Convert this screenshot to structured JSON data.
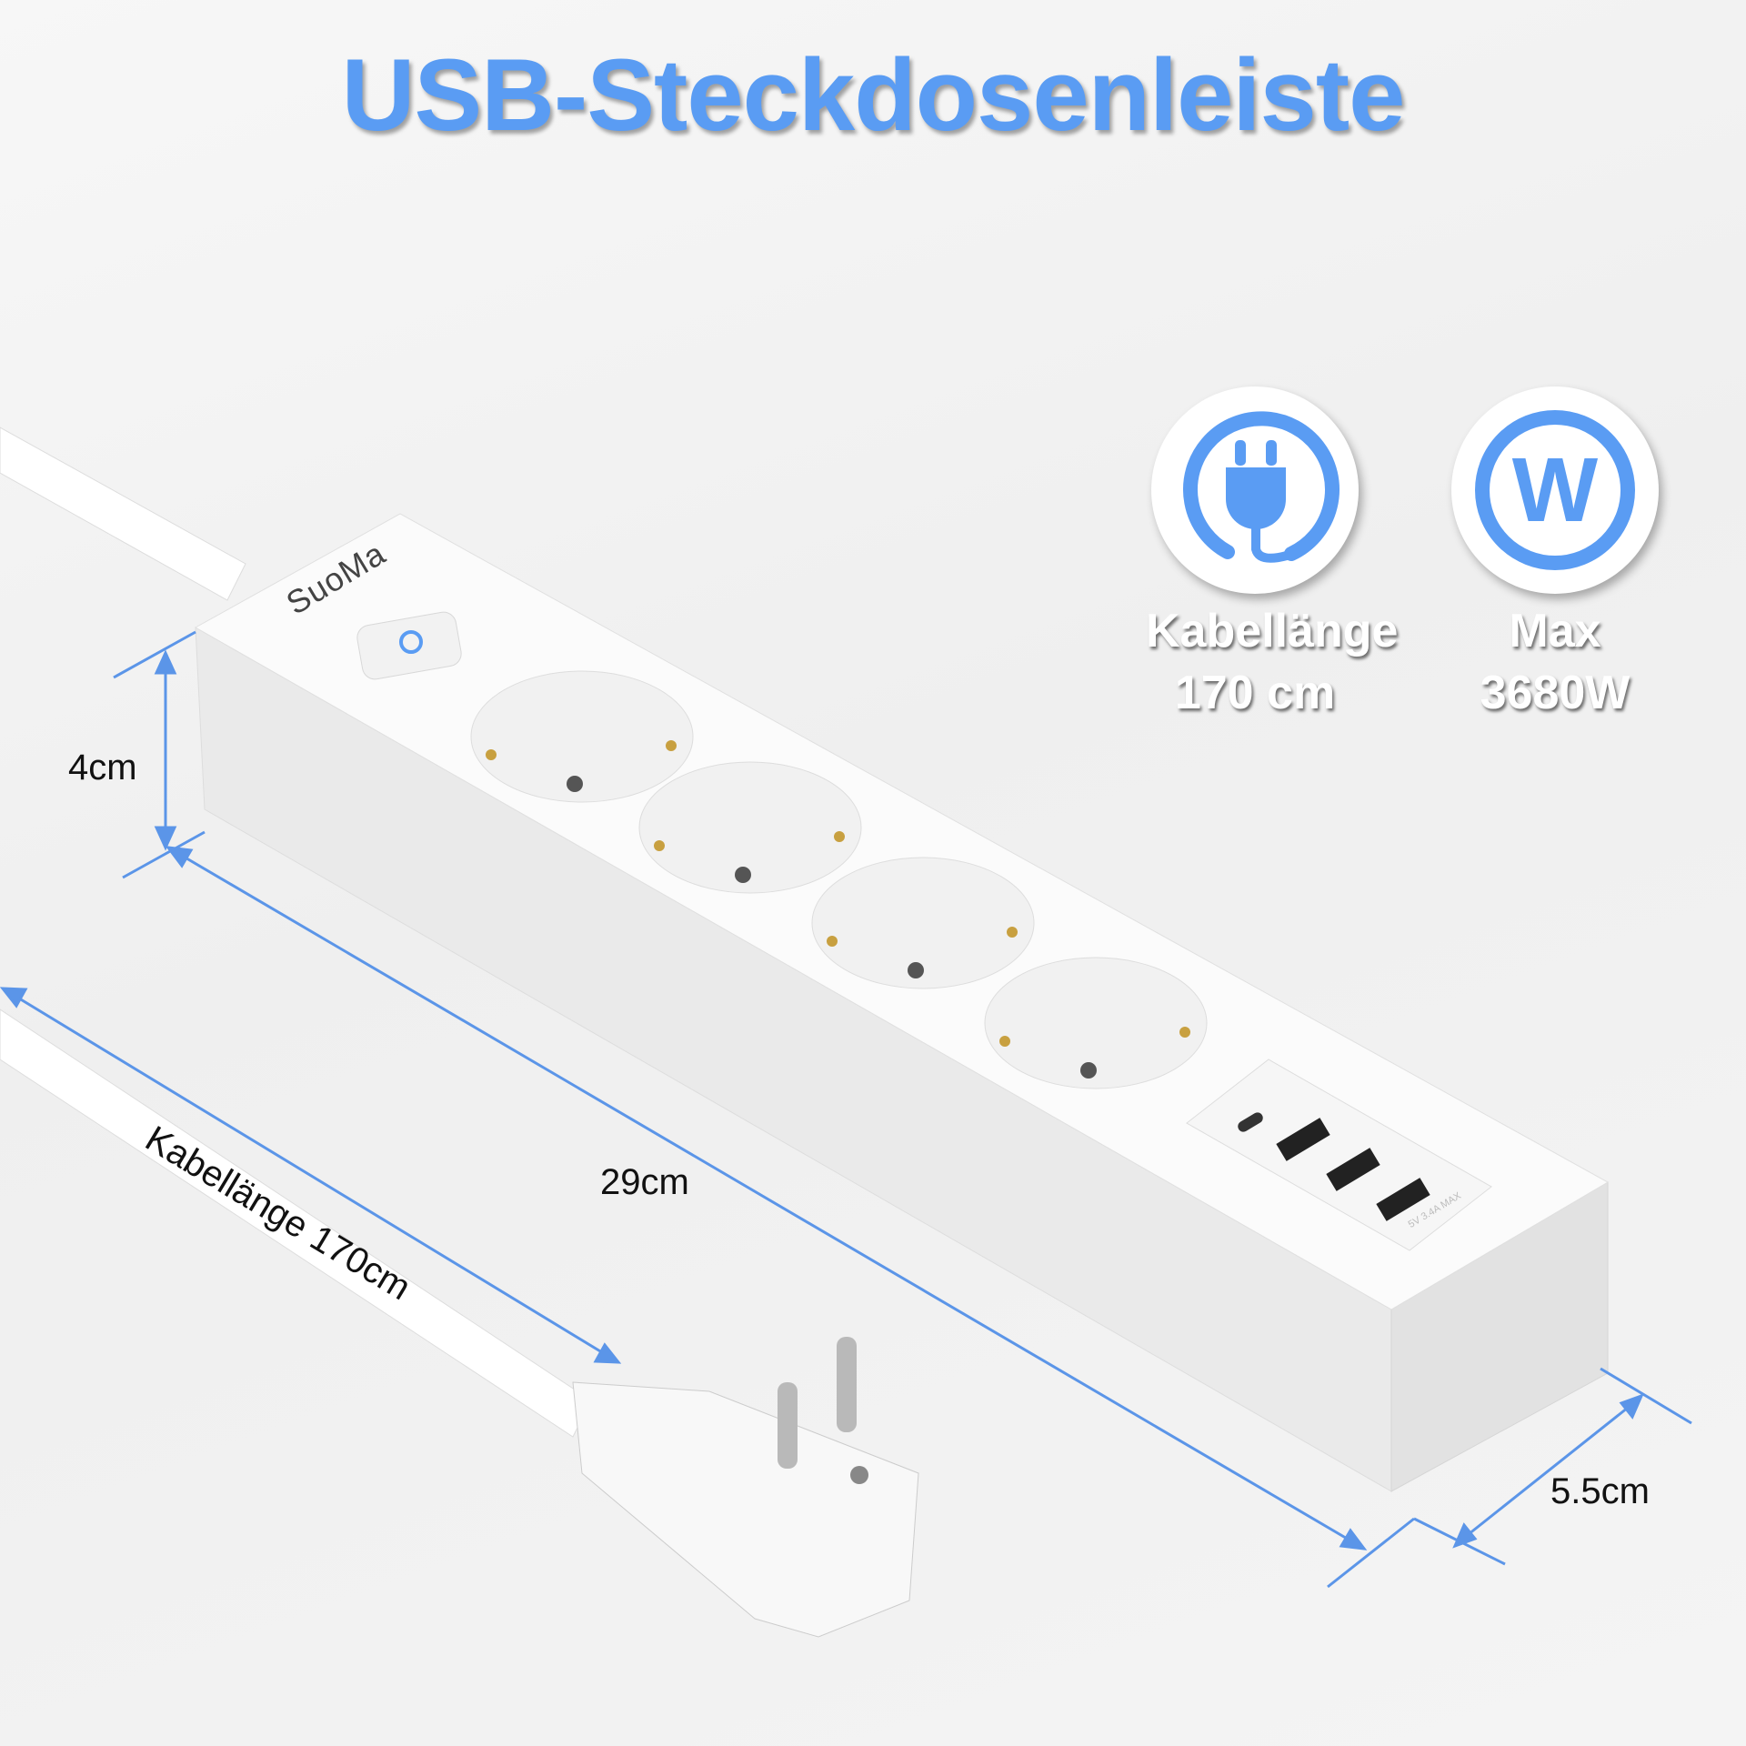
{
  "title": "USB-Steckdosenleiste",
  "badges": [
    {
      "icon": "plug-icon",
      "line1": "Kabellänge",
      "line2": "170 cm"
    },
    {
      "icon": "watt-icon",
      "letter": "W",
      "line1": "Max",
      "line2": "3680W"
    }
  ],
  "product": {
    "brand": "SuoMa",
    "usb_label": "5V 3.4A MAX",
    "socket_count": 4
  },
  "dimensions": {
    "height": "4cm",
    "length": "29cm",
    "cable": "Kabellänge 170cm",
    "width": "5.5cm"
  },
  "colors": {
    "accent": "#5a9cf3",
    "dim_line": "#5b95e8"
  }
}
